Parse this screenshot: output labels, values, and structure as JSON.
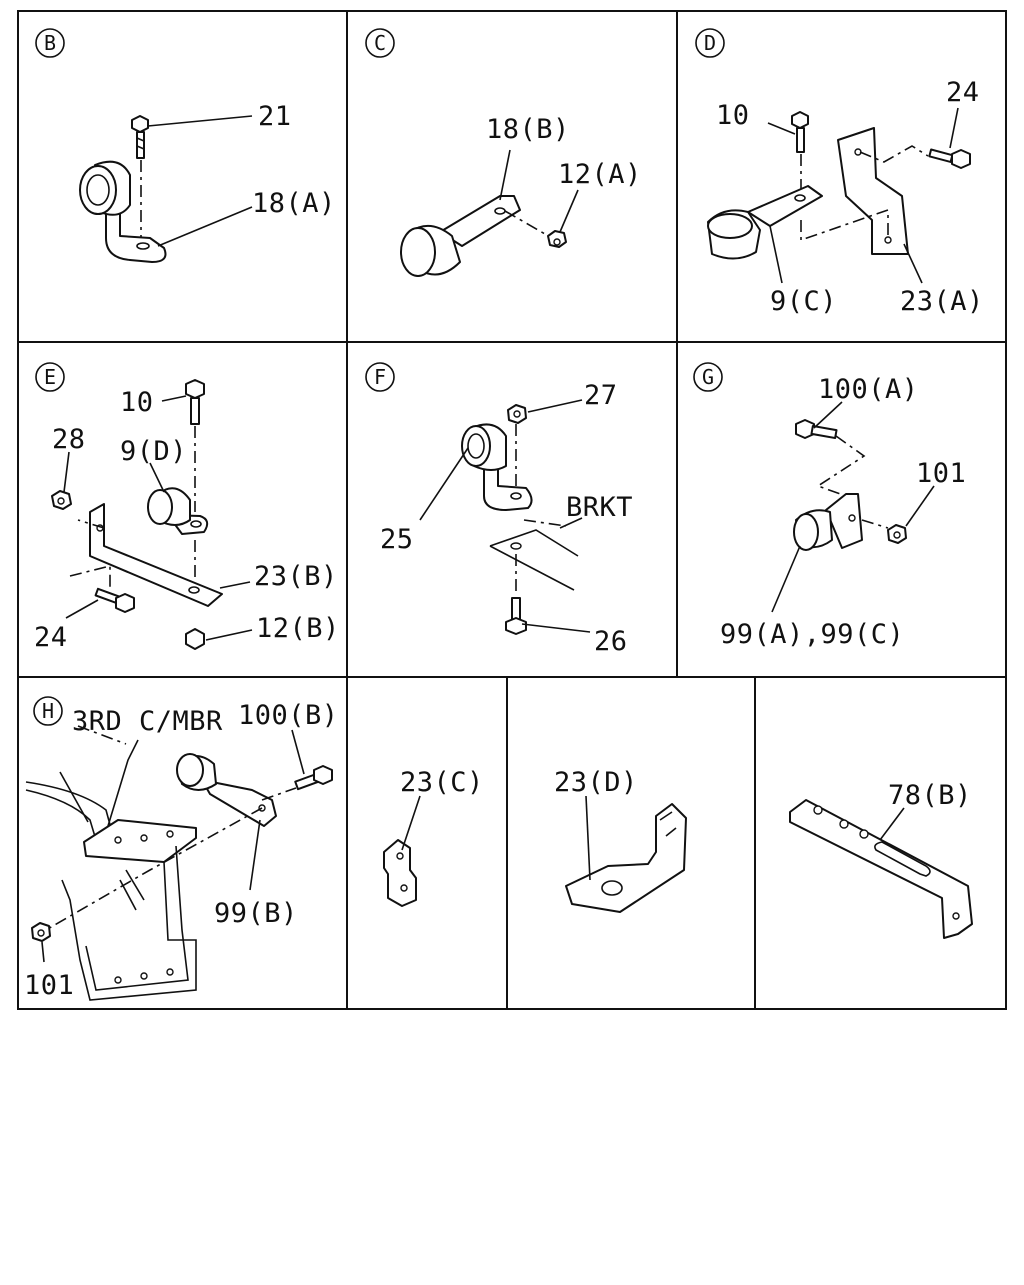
{
  "panels": {
    "B": {
      "letter": "B",
      "labels": [
        "21",
        "18(A)"
      ]
    },
    "C": {
      "letter": "C",
      "labels": [
        "18(B)",
        "12(A)"
      ]
    },
    "D": {
      "letter": "D",
      "labels": [
        "10",
        "24",
        "9(C)",
        "23(A)"
      ]
    },
    "E": {
      "letter": "E",
      "labels": [
        "10",
        "28",
        "9(D)",
        "23(B)",
        "24",
        "12(B)"
      ]
    },
    "F": {
      "letter": "F",
      "labels": [
        "27",
        "25",
        "BRKT",
        "26"
      ]
    },
    "G": {
      "letter": "G",
      "labels": [
        "100(A)",
        "101",
        "99(A),99(C)"
      ]
    },
    "H": {
      "letter": "H",
      "labels": [
        "3RD C/MBR",
        "100(B)",
        "99(B)",
        "101"
      ]
    },
    "I": {
      "labels": [
        "23(C)"
      ]
    },
    "J": {
      "labels": [
        "23(D)"
      ]
    },
    "K": {
      "labels": [
        "78(B)"
      ]
    }
  }
}
